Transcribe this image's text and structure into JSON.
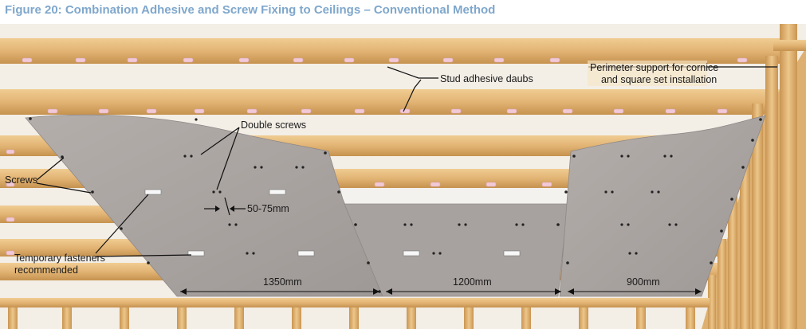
{
  "figure": {
    "title": "Figure 20: Combination Adhesive and Screw Fixing to Ceilings – Conventional Method"
  },
  "labels": {
    "stud_adhesive": "Stud adhesive daubs",
    "perimeter_line1": "Perimeter support for cornice",
    "perimeter_line2": "and square set installation",
    "double_screws": "Double screws",
    "screws": "Screws",
    "spacing": "50-75mm",
    "temporary_line1": "Temporary fasteners",
    "temporary_line2": "recommended"
  },
  "dimensions": {
    "left": "1350mm",
    "middle": "1200mm",
    "right": "900mm"
  },
  "colors": {
    "timber": "#E2B878",
    "timber_dark": "#B98A4A",
    "board": "#A9A3A1",
    "board_light": "#BDB8B5",
    "daub": "#F2C9D6",
    "title": "#7FA7CC"
  }
}
